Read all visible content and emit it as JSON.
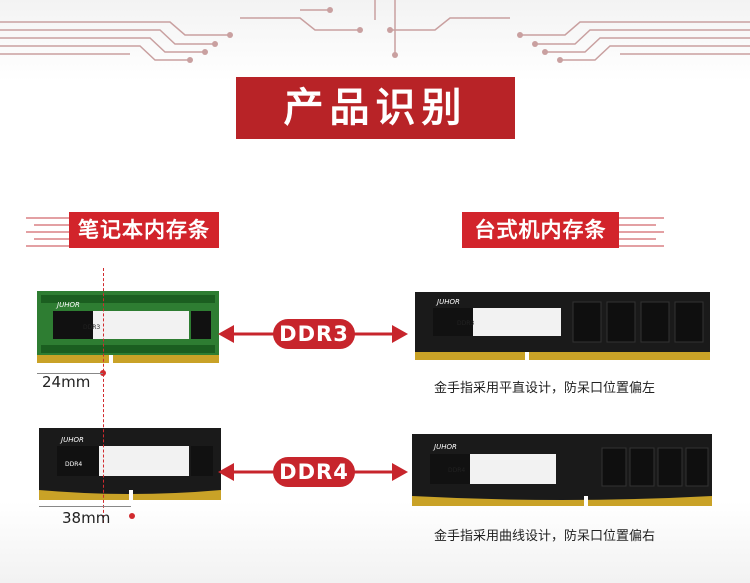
{
  "title": "产品识别",
  "laptop_label": "笔记本内存条",
  "desktop_label": "台式机内存条",
  "ddr3_label": "DDR3",
  "ddr4_label": "DDR4",
  "ddr3_caption": "金手指采用平直设计，防呆口位置偏左",
  "ddr4_caption": "金手指采用曲线设计，防呆口位置偏右",
  "ddr3_measure": "24mm",
  "ddr4_measure": "38mm",
  "brand": "JUHOR",
  "ddr3_chip_label": "DDR3",
  "ddr4_chip_label": "DDR4",
  "colors": {
    "accent": "#c7252c",
    "title_bg": "#b82327",
    "pcb_green": "#2e7d32",
    "pcb_black": "#1a1a1a"
  }
}
